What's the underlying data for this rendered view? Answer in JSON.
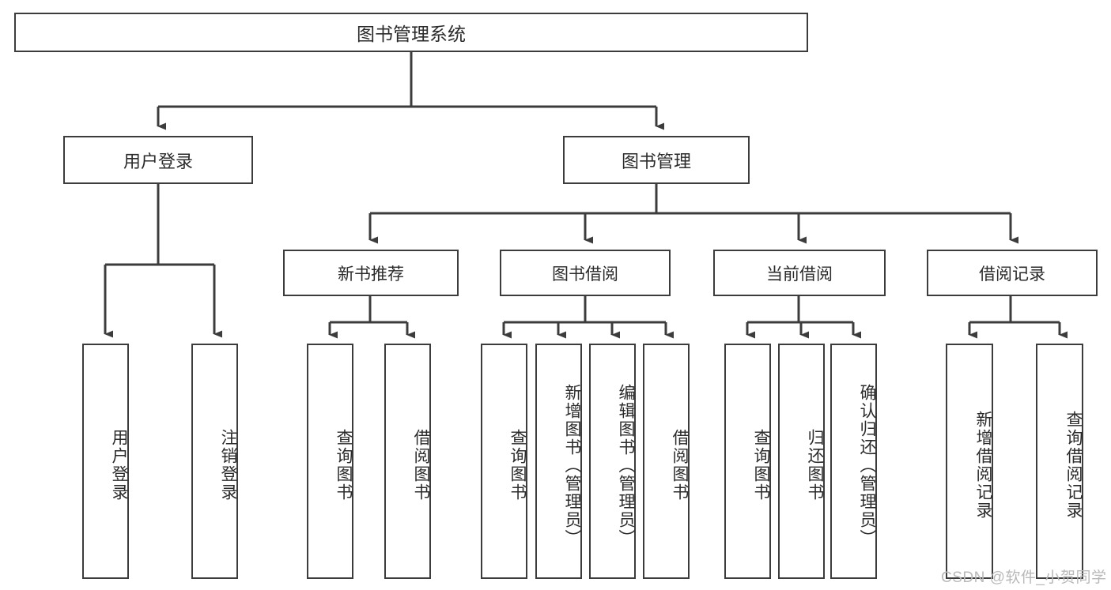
{
  "diagram": {
    "title": "图书管理系统",
    "type": "tree-hierarchy",
    "orientation": "top-down",
    "colors": {
      "box_border": "#3c3c3c",
      "box_fill": "#ffffff",
      "connector": "#3c3c3c",
      "text": "#2b2b2b",
      "watermark": "#b9b9b9",
      "background": "#ffffff"
    },
    "watermark": "CSDN @软件_小贺同学"
  },
  "nodes": {
    "root": {
      "label": "图书管理系统"
    },
    "level1": [
      {
        "label": "用户登录"
      },
      {
        "label": "图书管理"
      }
    ],
    "level2": [
      {
        "label": "新书推荐"
      },
      {
        "label": "图书借阅"
      },
      {
        "label": "当前借阅"
      },
      {
        "label": "借阅记录"
      }
    ],
    "leaves": {
      "user_login": [
        {
          "label": "用户登录"
        },
        {
          "label": "注销登录"
        }
      ],
      "new_book_recommend": [
        {
          "label": "查询图书"
        },
        {
          "label": "借阅图书"
        }
      ],
      "book_borrow": [
        {
          "label": "查询图书"
        },
        {
          "label": "新增图书（管理员）"
        },
        {
          "label": "编辑图书（管理员）"
        },
        {
          "label": "借阅图书"
        }
      ],
      "current_borrow": [
        {
          "label": "查询图书"
        },
        {
          "label": "归还图书"
        },
        {
          "label": "确认归还（管理员）"
        }
      ],
      "borrow_record": [
        {
          "label": "新增借阅记录"
        },
        {
          "label": "查询借阅记录"
        }
      ]
    }
  }
}
